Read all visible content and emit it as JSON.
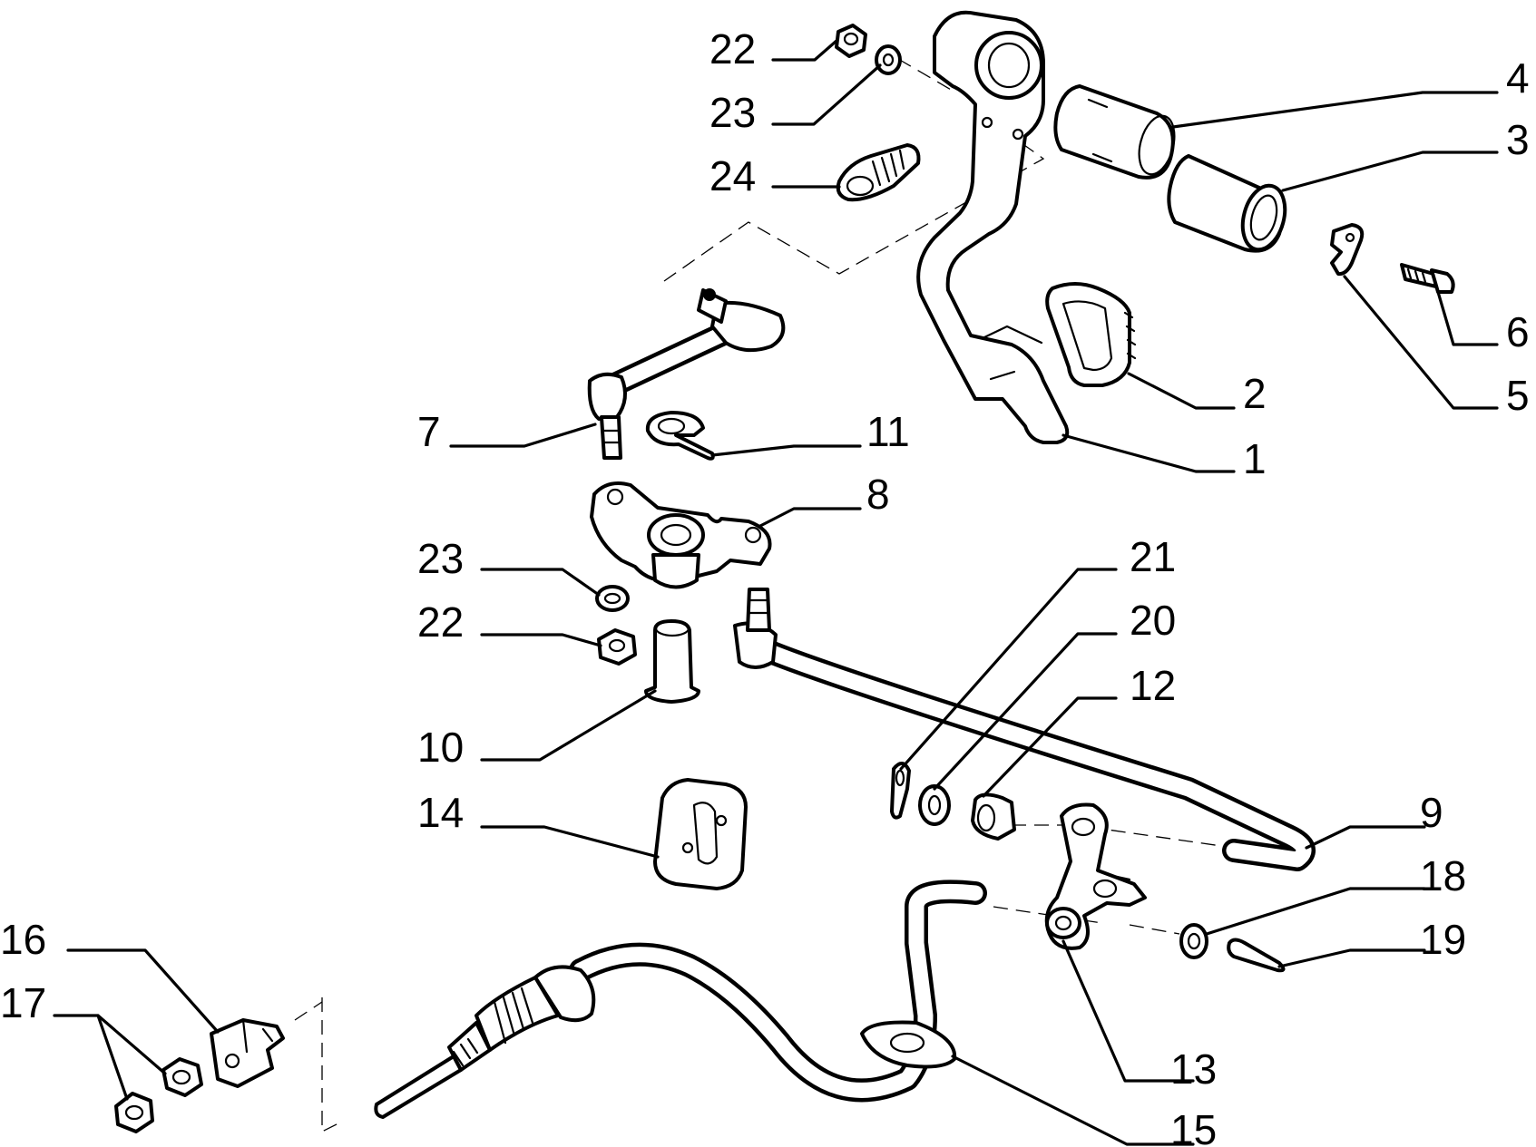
{
  "diagram": {
    "callouts": [
      {
        "id": "c22a",
        "text": "22"
      },
      {
        "id": "c23a",
        "text": "23"
      },
      {
        "id": "c24",
        "text": "24"
      },
      {
        "id": "c4",
        "text": "4"
      },
      {
        "id": "c3",
        "text": "3"
      },
      {
        "id": "c6",
        "text": "6"
      },
      {
        "id": "c5",
        "text": "5"
      },
      {
        "id": "c2",
        "text": "2"
      },
      {
        "id": "c1",
        "text": "1"
      },
      {
        "id": "c7",
        "text": "7"
      },
      {
        "id": "c11",
        "text": "11"
      },
      {
        "id": "c8",
        "text": "8"
      },
      {
        "id": "c23b",
        "text": "23"
      },
      {
        "id": "c22b",
        "text": "22"
      },
      {
        "id": "c21",
        "text": "21"
      },
      {
        "id": "c20",
        "text": "20"
      },
      {
        "id": "c12",
        "text": "12"
      },
      {
        "id": "c10",
        "text": "10"
      },
      {
        "id": "c14",
        "text": "14"
      },
      {
        "id": "c9",
        "text": "9"
      },
      {
        "id": "c18",
        "text": "18"
      },
      {
        "id": "c19",
        "text": "19"
      },
      {
        "id": "c16",
        "text": "16"
      },
      {
        "id": "c17",
        "text": "17"
      },
      {
        "id": "c13",
        "text": "13"
      },
      {
        "id": "c15",
        "text": "15"
      }
    ]
  }
}
